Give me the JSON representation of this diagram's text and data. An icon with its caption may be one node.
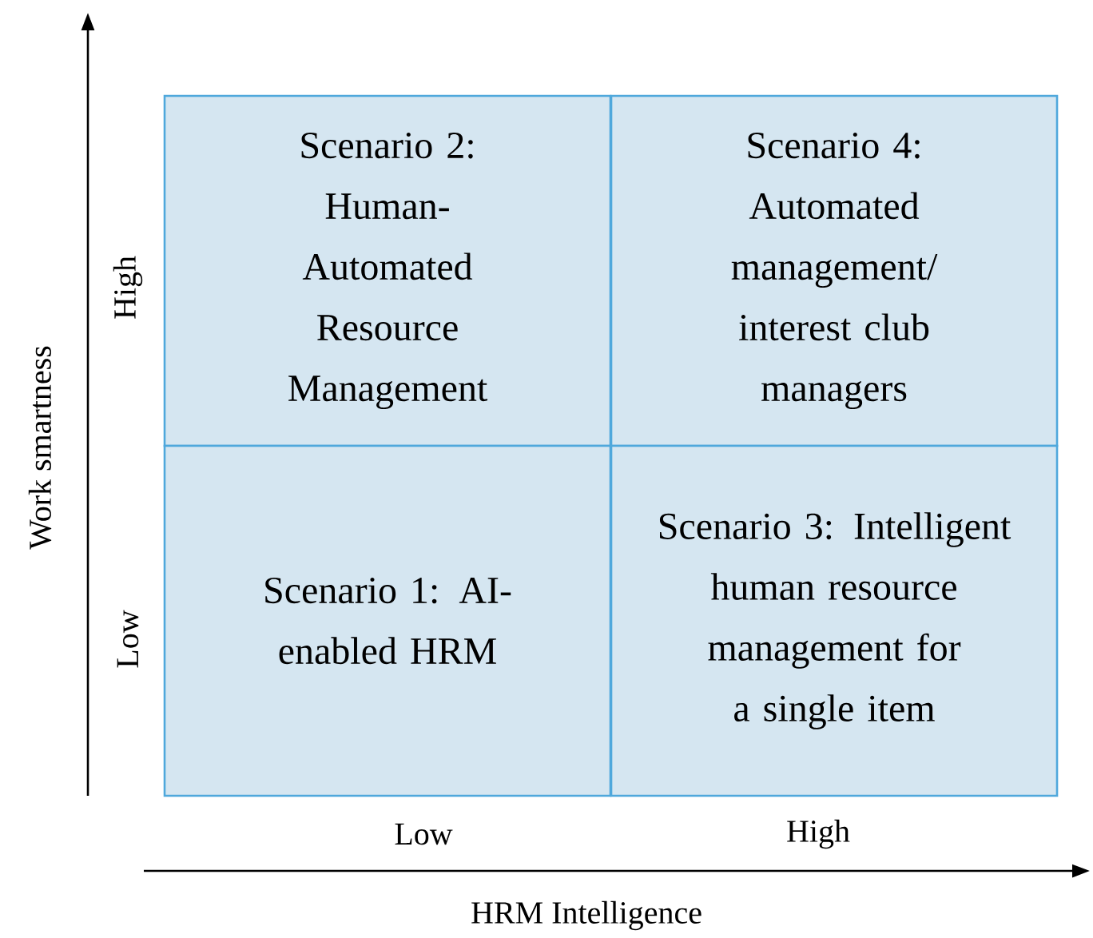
{
  "diagram": {
    "nodes": [
      {
        "text": [
          "Scenario 2: Human-Automated Resource Management"
        ]
      },
      {
        "text": [
          "Scenario 4: Automated management/ interest club managers"
        ]
      },
      {
        "text": [
          "Scenario 1: AI-enabled HRM"
        ]
      },
      {
        "text": [
          "Scenario 3: Intelligent human resource management for a single item"
        ]
      }
    ],
    "edges": [],
    "labels": [
      "High",
      "Low",
      "Work smartness",
      "Low",
      "High",
      "HRM Intelligence"
    ]
  }
}
